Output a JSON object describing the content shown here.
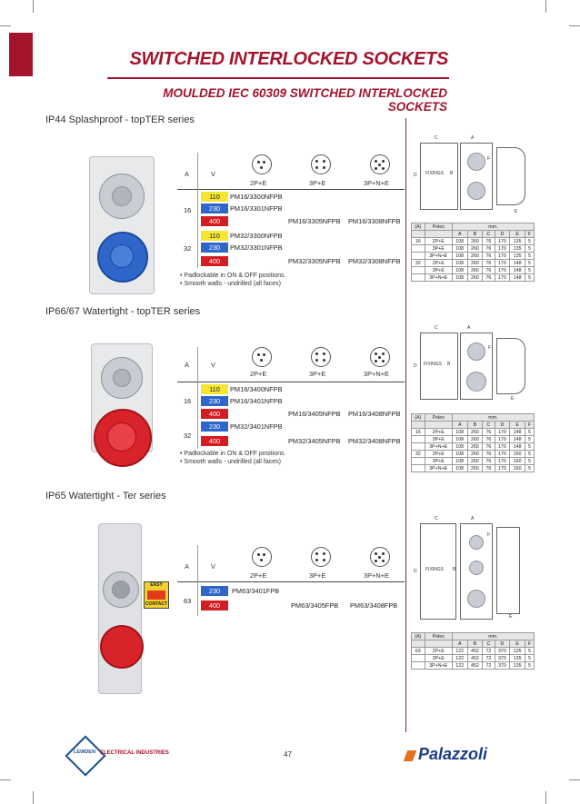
{
  "title": "SWITCHED INTERLOCKED SOCKETS",
  "subtitle_line1": "MOULDED IEC 60309 SWITCHED INTERLOCKED",
  "subtitle_line2": "SOCKETS",
  "page_number": "47",
  "colors": {
    "brand": "#a4142c",
    "blue_socket": "#2f66c9",
    "red_socket": "#d8232a",
    "yellow": "#f5e631"
  },
  "sections": [
    {
      "title": "IP44 Splashproof - topTER series",
      "hdr": {
        "a": "A",
        "v": "V",
        "c1": "2P+E",
        "c2": "3P+E",
        "c3": "3P+N+E"
      },
      "amp1": "16",
      "amp2": "32",
      "rows": [
        {
          "v": "110",
          "c1": "PM16/3300NFPB",
          "c2": "",
          "c3": ""
        },
        {
          "v": "230",
          "c1": "PM16/3301NFPB",
          "c2": "",
          "c3": ""
        },
        {
          "v": "400",
          "c1": "",
          "c2": "PM16/3305NFPB",
          "c3": "PM16/3308NFPB"
        },
        {
          "v": "110",
          "c1": "PM32/3300NFPB",
          "c2": "",
          "c3": ""
        },
        {
          "v": "230",
          "c1": "PM32/3301NFPB",
          "c2": "",
          "c3": ""
        },
        {
          "v": "400",
          "c1": "",
          "c2": "PM32/3305NFPB",
          "c3": "PM32/3308NFPB"
        }
      ],
      "bullets": [
        "• Padlockable in ON & OFF positions.",
        "• Smooth walls - undrilled (all faces)"
      ],
      "dims": {
        "header": [
          "(A)",
          "Poles",
          "A",
          "B",
          "C",
          "D",
          "E",
          "F"
        ],
        "mm": "mm.",
        "rows": [
          [
            "16",
            "2P+E",
            "108",
            "260",
            "76",
            "170",
            "135",
            "5"
          ],
          [
            "",
            "3P+E",
            "108",
            "260",
            "76",
            "170",
            "135",
            "5"
          ],
          [
            "",
            "3P+N+E",
            "108",
            "260",
            "76",
            "170",
            "135",
            "5"
          ],
          [
            "32",
            "2P+E",
            "108",
            "260",
            "76",
            "170",
            "148",
            "5"
          ],
          [
            "",
            "3P+E",
            "108",
            "260",
            "76",
            "170",
            "148",
            "5"
          ],
          [
            "",
            "3P+N+E",
            "108",
            "260",
            "76",
            "170",
            "148",
            "5"
          ]
        ]
      }
    },
    {
      "title": "IP66/67 Watertight - topTER series",
      "hdr": {
        "a": "A",
        "v": "V",
        "c1": "2P+E",
        "c2": "3P+E",
        "c3": "3P+N+E"
      },
      "amp1": "16",
      "amp2": "32",
      "rows": [
        {
          "v": "110",
          "c1": "PM16/3400NFPB",
          "c2": "",
          "c3": ""
        },
        {
          "v": "230",
          "c1": "PM16/3401NFPB",
          "c2": "",
          "c3": ""
        },
        {
          "v": "400",
          "c1": "",
          "c2": "PM16/3405NFPB",
          "c3": "PM16/3408NFPB"
        },
        {
          "v": "230",
          "c1": "PM32/3401NFPB",
          "c2": "",
          "c3": ""
        },
        {
          "v": "400",
          "c1": "",
          "c2": "PM32/3405NFPB",
          "c3": "PM32/3408NFPB"
        }
      ],
      "bullets": [
        "• Padlockable in ON & OFF positions.",
        "• Smooth walls - undrilled (all faces)"
      ],
      "dims": {
        "header": [
          "(A)",
          "Poles",
          "A",
          "B",
          "C",
          "D",
          "E",
          "F"
        ],
        "mm": "mm.",
        "rows": [
          [
            "16",
            "2P+E",
            "108",
            "260",
            "76",
            "170",
            "148",
            "5"
          ],
          [
            "",
            "3P+E",
            "108",
            "260",
            "76",
            "170",
            "148",
            "5"
          ],
          [
            "",
            "3P+N+E",
            "108",
            "260",
            "76",
            "170",
            "148",
            "5"
          ],
          [
            "32",
            "2P+E",
            "108",
            "260",
            "76",
            "170",
            "160",
            "5"
          ],
          [
            "",
            "3P+E",
            "108",
            "260",
            "76",
            "170",
            "160",
            "5"
          ],
          [
            "",
            "3P+N+E",
            "108",
            "260",
            "76",
            "170",
            "160",
            "5"
          ]
        ]
      }
    },
    {
      "title": "IP65 Watertight - Ter series",
      "hdr": {
        "a": "A",
        "v": "V",
        "c1": "2P+E",
        "c2": "3P+E",
        "c3": "3P+N+E"
      },
      "amp1": "63",
      "rows": [
        {
          "v": "230",
          "c1": "PM63/3401FPB",
          "c2": "",
          "c3": ""
        },
        {
          "v": "400",
          "c1": "",
          "c2": "PM63/3405FPB",
          "c3": "PM63/3408FPB"
        }
      ],
      "dims": {
        "header": [
          "(A)",
          "Poles",
          "A",
          "B",
          "C",
          "D",
          "E",
          "F"
        ],
        "mm": "mm.",
        "rows": [
          [
            "63",
            "2P+E",
            "122",
            "452",
            "72",
            "370",
            "135",
            "5"
          ],
          [
            "",
            "3P+E",
            "122",
            "452",
            "72",
            "370",
            "135",
            "5"
          ],
          [
            "",
            "3P+N+E",
            "122",
            "452",
            "72",
            "370",
            "135",
            "5"
          ]
        ]
      }
    }
  ],
  "diagram_labels": {
    "fixings": "FIXINGS",
    "a": "A",
    "b": "B",
    "c": "C",
    "d": "D",
    "e": "E",
    "f": "F"
  },
  "easy_contact": [
    "EASY",
    "CONTACT"
  ],
  "lewden_logo": "LEWDEN",
  "lewden_text": "ELECTRICAL INDUSTRIES",
  "palazzoli_logo": "Palazzoli"
}
